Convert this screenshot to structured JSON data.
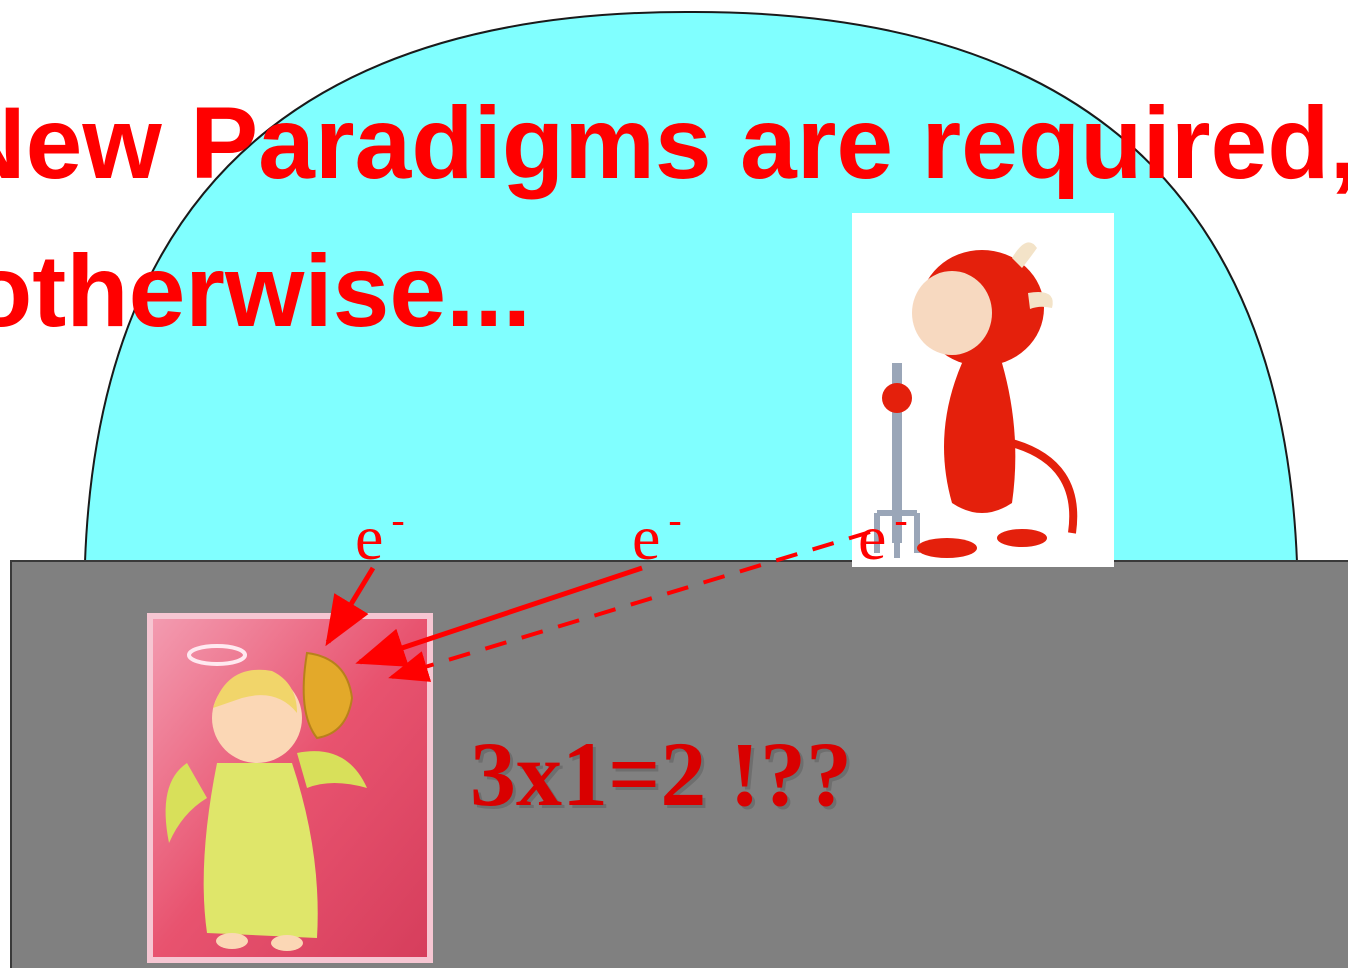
{
  "slide": {
    "title_lines": [
      "New Paradigms are required,",
      "otherwise..."
    ],
    "electron_symbol": "e",
    "electron_charge": "-",
    "equation": "3x1=2 !??"
  },
  "colors": {
    "dome_fill": "#80ffff",
    "dome_stroke": "#1a1a1a",
    "slab_fill": "#808080",
    "slab_stroke": "#3a3a3a",
    "title": "#ff0000",
    "electron_text": "#ff0000",
    "arrow": "#ff0000",
    "equation": "#d90000",
    "angel_frame": "#e8536f",
    "devil": "#e4200c"
  },
  "figures": {
    "angel": "angel-with-conch-shell-picture",
    "devil": "devil-with-pitchfork-picture"
  },
  "arrows": [
    {
      "from": "electron-left",
      "to": "angel",
      "style": "solid"
    },
    {
      "from": "electron-middle",
      "to": "angel",
      "style": "solid"
    },
    {
      "from": "electron-right",
      "to": "angel",
      "style": "dashed"
    }
  ]
}
